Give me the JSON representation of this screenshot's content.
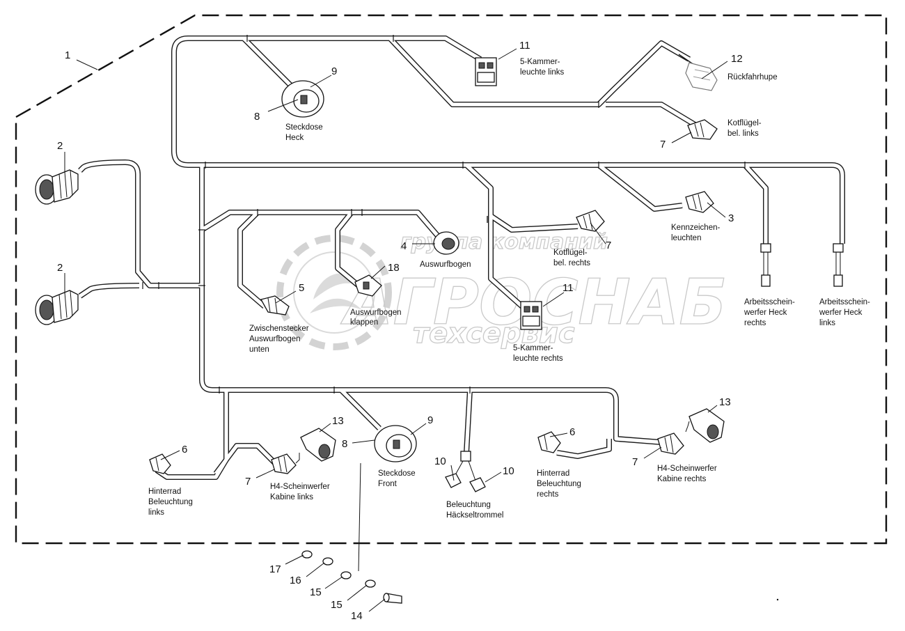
{
  "watermark": {
    "line1": "группа компаний",
    "line2": "АГРОСНАБ",
    "line3": "техсервис"
  },
  "callouts": [
    {
      "id": "c1",
      "text": "1"
    },
    {
      "id": "c2a",
      "text": "2"
    },
    {
      "id": "c2b",
      "text": "2"
    },
    {
      "id": "c3",
      "text": "3"
    },
    {
      "id": "c4",
      "text": "4"
    },
    {
      "id": "c5",
      "text": "5"
    },
    {
      "id": "c6a",
      "text": "6"
    },
    {
      "id": "c6b",
      "text": "6"
    },
    {
      "id": "c7a",
      "text": "7"
    },
    {
      "id": "c7b",
      "text": "7"
    },
    {
      "id": "c7c",
      "text": "7"
    },
    {
      "id": "c7d",
      "text": "7"
    },
    {
      "id": "c8a",
      "text": "8"
    },
    {
      "id": "c8b",
      "text": "8"
    },
    {
      "id": "c9a",
      "text": "9"
    },
    {
      "id": "c9b",
      "text": "9"
    },
    {
      "id": "c10a",
      "text": "10"
    },
    {
      "id": "c10b",
      "text": "10"
    },
    {
      "id": "c11a",
      "text": "11"
    },
    {
      "id": "c11b",
      "text": "11"
    },
    {
      "id": "c12",
      "text": "12"
    },
    {
      "id": "c13a",
      "text": "13"
    },
    {
      "id": "c13b",
      "text": "13"
    },
    {
      "id": "c14",
      "text": "14"
    },
    {
      "id": "c15a",
      "text": "15"
    },
    {
      "id": "c15b",
      "text": "15"
    },
    {
      "id": "c16",
      "text": "16"
    },
    {
      "id": "c17",
      "text": "17"
    },
    {
      "id": "c18",
      "text": "18"
    }
  ],
  "labels": {
    "kammer_links": [
      "5-Kammer-",
      "leuchte links"
    ],
    "rueckfahrhupe": [
      "Rückfahrhupe"
    ],
    "steckdose_heck": [
      "Steckdose",
      "Heck"
    ],
    "kotfluegel_links": [
      "Kotflügel-",
      "bel. links"
    ],
    "kennzeichen": [
      "Kennzeichen-",
      "leuchten"
    ],
    "kotfluegel_rechts": [
      "Kotflügel-",
      "bel. rechts"
    ],
    "auswurfbogen": [
      "Auswurfbogen"
    ],
    "auswurfbogen_klappen": [
      "Auswurfbogen",
      "klappen"
    ],
    "zwischenstecker": [
      "Zwischenstecker",
      "Auswurfbogen",
      "unten"
    ],
    "kammer_rechts": [
      "5-Kammer-",
      "leuchte rechts"
    ],
    "arbeits_rechts": [
      "Arbeitsschein-",
      "werfer Heck",
      "rechts"
    ],
    "arbeits_links": [
      "Arbeitsschein-",
      "werfer Heck",
      "links"
    ],
    "hinterrad_links": [
      "Hinterrad",
      "Beleuchtung",
      "links"
    ],
    "h4_links": [
      "H4-Scheinwerfer",
      "Kabine links"
    ],
    "steckdose_front": [
      "Steckdose",
      "Front"
    ],
    "haeckseltrommel": [
      "Beleuchtung",
      "Häckseltrommel"
    ],
    "hinterrad_rechts": [
      "Hinterrad",
      "Beleuchtung",
      "rechts"
    ],
    "h4_rechts": [
      "H4-Scheinwerfer",
      "Kabine rechts"
    ]
  }
}
